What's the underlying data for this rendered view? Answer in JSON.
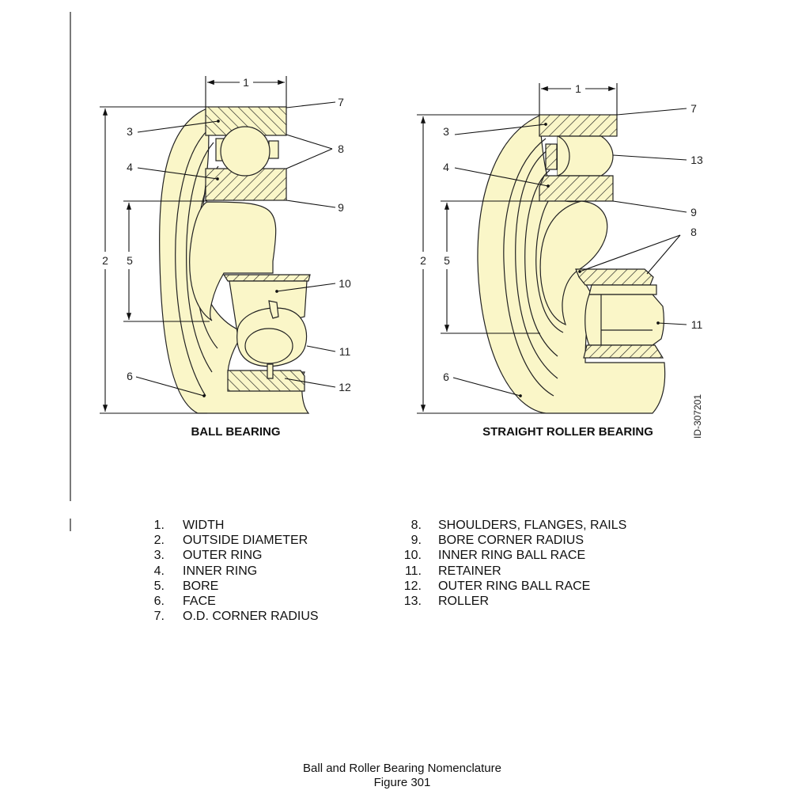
{
  "figure": {
    "id_tag": "ID-307201",
    "caption_line1": "Ball and Roller Bearing Nomenclature",
    "caption_line2": "Figure 301",
    "colors": {
      "bearing_fill": "#FAF6C8",
      "outline": "#222222",
      "change_bar": "#7A7A7A"
    }
  },
  "ball_bearing": {
    "title": "BALL BEARING",
    "callouts": [
      "1",
      "2",
      "3",
      "4",
      "5",
      "6",
      "7",
      "8",
      "9",
      "10",
      "11",
      "12"
    ]
  },
  "roller_bearing": {
    "title": "STRAIGHT ROLLER BEARING",
    "callouts": [
      "1",
      "2",
      "3",
      "4",
      "5",
      "6",
      "7",
      "13",
      "9",
      "8",
      "11"
    ]
  },
  "legend": {
    "left": [
      {
        "num": "1.",
        "label": "WIDTH"
      },
      {
        "num": "2.",
        "label": "OUTSIDE DIAMETER"
      },
      {
        "num": "3.",
        "label": "OUTER RING"
      },
      {
        "num": "4.",
        "label": "INNER RING"
      },
      {
        "num": "5.",
        "label": "BORE"
      },
      {
        "num": "6.",
        "label": "FACE"
      },
      {
        "num": "7.",
        "label": "O.D. CORNER RADIUS"
      }
    ],
    "right": [
      {
        "num": "8.",
        "label": "SHOULDERS, FLANGES, RAILS"
      },
      {
        "num": "9.",
        "label": "BORE CORNER RADIUS"
      },
      {
        "num": "10.",
        "label": "INNER RING BALL RACE"
      },
      {
        "num": "11.",
        "label": "RETAINER"
      },
      {
        "num": "12.",
        "label": "OUTER RING BALL RACE"
      },
      {
        "num": "13.",
        "label": "ROLLER"
      }
    ]
  }
}
